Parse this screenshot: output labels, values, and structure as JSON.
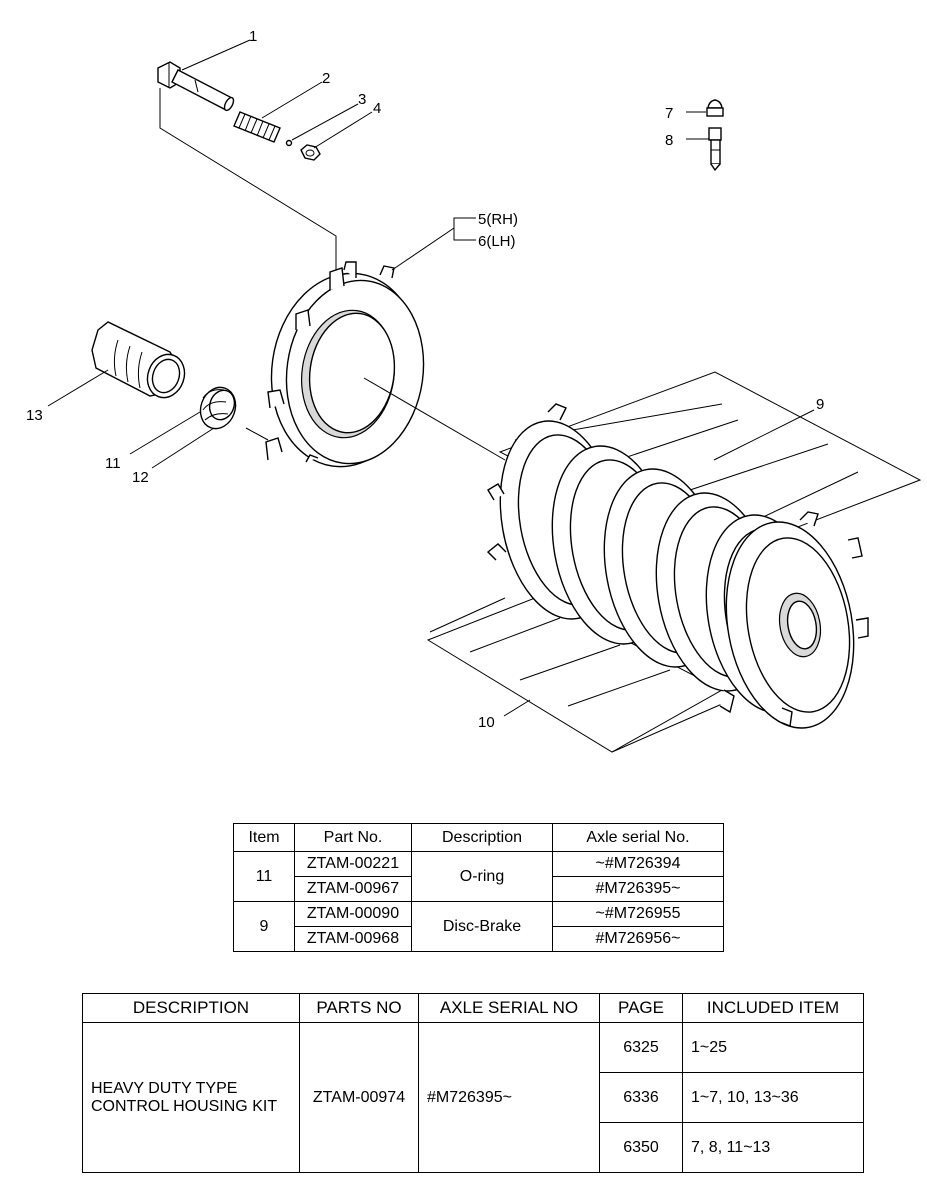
{
  "callouts": {
    "c1": "1",
    "c2": "2",
    "c3": "3",
    "c4": "4",
    "c5": "5(RH)",
    "c6": "6(LH)",
    "c7": "7",
    "c8": "8",
    "c9": "9",
    "c10": "10",
    "c11": "11",
    "c12": "12",
    "c13": "13"
  },
  "serial_table": {
    "headers": [
      "Item",
      "Part No.",
      "Description",
      "Axle serial No."
    ],
    "groups": [
      {
        "item": "11",
        "description": "O-ring",
        "rows": [
          {
            "part_no": "ZTAM-00221",
            "serial": "~#M726394"
          },
          {
            "part_no": "ZTAM-00967",
            "serial": "#M726395~"
          }
        ]
      },
      {
        "item": "9",
        "description": "Disc-Brake",
        "rows": [
          {
            "part_no": "ZTAM-00090",
            "serial": "~#M726955"
          },
          {
            "part_no": "ZTAM-00968",
            "serial": "#M726956~"
          }
        ]
      }
    ]
  },
  "kit_table": {
    "headers": [
      "DESCRIPTION",
      "PARTS NO",
      "AXLE SERIAL NO",
      "PAGE",
      "INCLUDED ITEM"
    ],
    "description": "HEAVY DUTY TYPE\nCONTROL HOUSING KIT",
    "parts_no": "ZTAM-00974",
    "axle_serial": "#M726395~",
    "rows": [
      {
        "page": "6325",
        "included": "1~25"
      },
      {
        "page": "6336",
        "included": "1~7, 10, 13~36"
      },
      {
        "page": "6350",
        "included": "7, 8, 11~13"
      }
    ]
  }
}
